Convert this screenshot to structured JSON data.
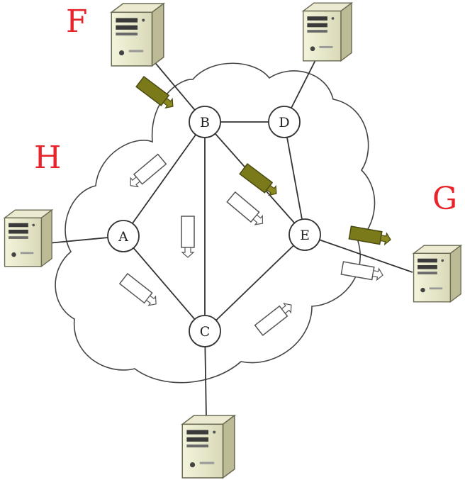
{
  "hosts": {
    "F": "F",
    "H": "H",
    "G": "G"
  },
  "routers": {
    "A": "A",
    "B": "B",
    "C": "C",
    "D": "D",
    "E": "E"
  },
  "colors": {
    "host_label": "#e8242a",
    "packet_filled": "#7a7a1a",
    "packet_filled_tip": "#4d4d0a",
    "packet_outline": "#555555",
    "link": "#333333",
    "cloud": "#444444",
    "server_body": "#e6e6c8",
    "server_side": "#bfbf99"
  },
  "icons": [
    "server-icon",
    "packet-icon",
    "cloud-outline"
  ]
}
